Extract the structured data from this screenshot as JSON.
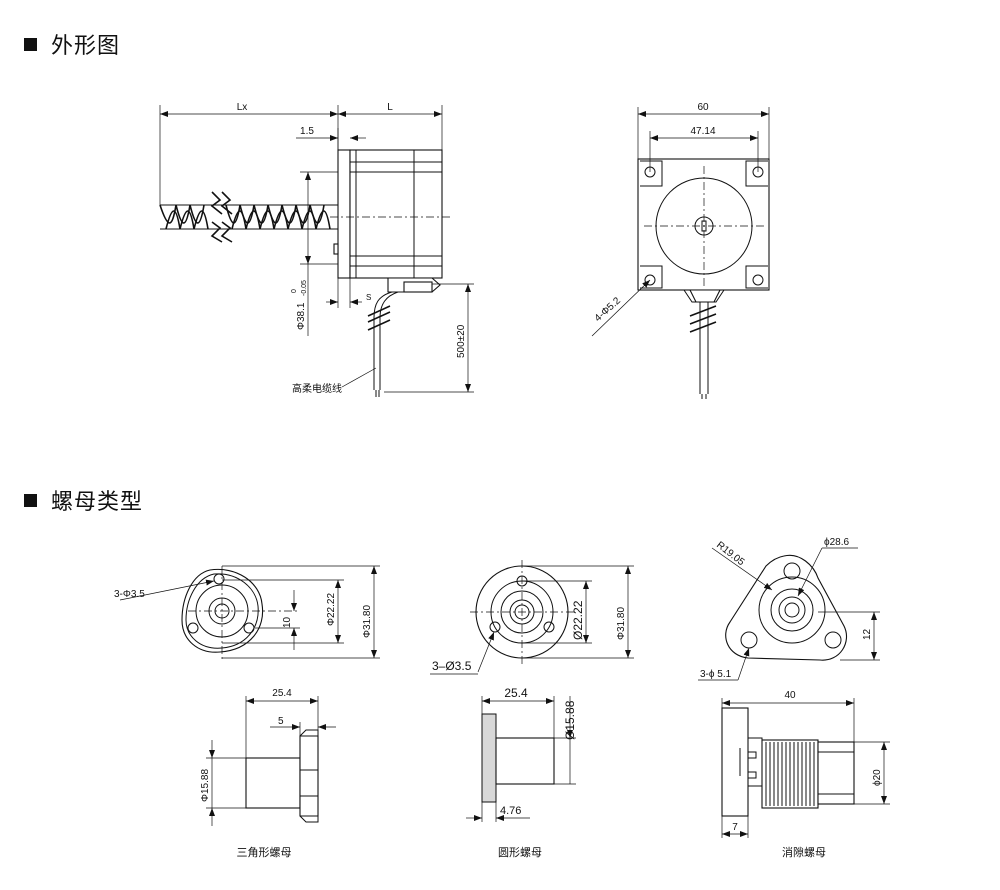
{
  "sections": {
    "outline": "外形图",
    "nut_types": "螺母类型"
  },
  "outline": {
    "dim_lx": "Lx",
    "dim_l": "L",
    "dim_1_5": "1.5",
    "dim_s": "S",
    "dim_phi38": "Φ38.1",
    "tol_upper": "0",
    "tol_lower": "-0.05",
    "dim_500": "500±20",
    "cable_label": "高柔电缆线",
    "dim_60": "60",
    "dim_47": "47.14",
    "dim_holes": "4-Φ5.2"
  },
  "triangle_nut": {
    "caption": "三角形螺母",
    "holes": "3-Φ3.5",
    "d10": "10",
    "d22": "Φ22.22",
    "d31": "Φ31.80",
    "d25": "25.4",
    "d5": "5",
    "d15": "Φ15.88"
  },
  "round_nut": {
    "caption": "圆形螺母",
    "holes": "3–Ø3.5",
    "d22": "Ø22.22",
    "d31": "Φ31.80",
    "d25": "25.4",
    "d15": "Ø15.88",
    "d476": "4.76"
  },
  "antibacklash_nut": {
    "caption": "消隙螺母",
    "r19": "R19.05",
    "d28": "ϕ28.6",
    "d12": "12",
    "holes": "3-ϕ 5.1",
    "d40": "40",
    "d20": "ϕ20",
    "d7": "7"
  }
}
